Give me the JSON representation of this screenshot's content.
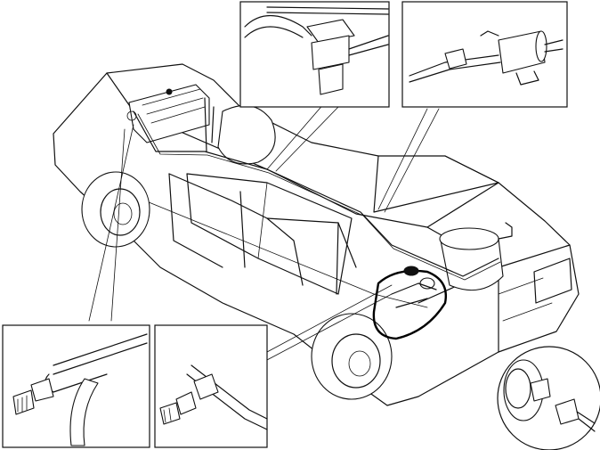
{
  "diagram": {
    "colors": {
      "line": "#111111",
      "background": "#ffffff",
      "highlight": "#000000"
    },
    "parts": [
      {
        "id": "car-body",
        "kind": "illustration"
      },
      {
        "id": "fuel-tank",
        "kind": "illustration"
      },
      {
        "id": "fuel-line",
        "kind": "illustration"
      },
      {
        "id": "rear-filter",
        "kind": "illustration"
      },
      {
        "id": "engine-fuel-filter",
        "kind": "illustration"
      },
      {
        "id": "fuel-pump",
        "kind": "illustration"
      }
    ],
    "callouts": [
      {
        "id": "detail-filter-housing",
        "kind": "inset"
      },
      {
        "id": "detail-fuel-pump-bracket",
        "kind": "inset"
      },
      {
        "id": "detail-line-connector-a",
        "kind": "inset"
      },
      {
        "id": "detail-line-connector-b",
        "kind": "inset"
      },
      {
        "id": "detail-connector-plug",
        "kind": "circular-inset"
      }
    ]
  }
}
